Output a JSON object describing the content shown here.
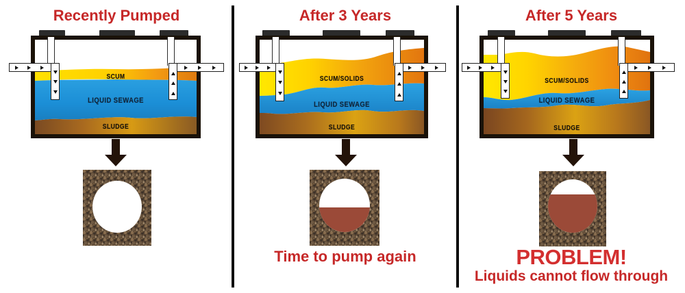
{
  "diagram": {
    "title_color": "#c62828",
    "panels": [
      {
        "id": "recently-pumped",
        "title": "Recently Pumped",
        "layers": {
          "scum": "SCUM",
          "liquid": "LIQUID SEWAGE",
          "sludge": "SLUDGE"
        },
        "pipe_state": "clear",
        "caption_main": "",
        "caption_sub": ""
      },
      {
        "id": "after-3-years",
        "title": "After 3 Years",
        "layers": {
          "scum": "SCUM/SOLIDS",
          "liquid": "LIQUID SEWAGE",
          "sludge": "SLUDGE"
        },
        "pipe_state": "half-blocked",
        "caption_main": "Time to pump again",
        "caption_sub": ""
      },
      {
        "id": "after-5-years",
        "title": "After 5 Years",
        "layers": {
          "scum": "SCUM/SOLIDS",
          "liquid": "LIQUID SEWAGE",
          "sludge": "SLUDGE"
        },
        "pipe_state": "mostly-blocked",
        "caption_main": "PROBLEM!",
        "caption_sub": "Liquids cannot flow through"
      }
    ],
    "colors": {
      "scum_yellow": "#ffd400",
      "scum_orange": "#ef8a17",
      "liquid_blue": "#1b8ed6",
      "sludge_brown": "#8a5524",
      "sludge_gold": "#e8a712",
      "tank_outline": "#1a1208",
      "clog_brown": "#9b4a38",
      "arrow_black": "#1a1208"
    }
  }
}
